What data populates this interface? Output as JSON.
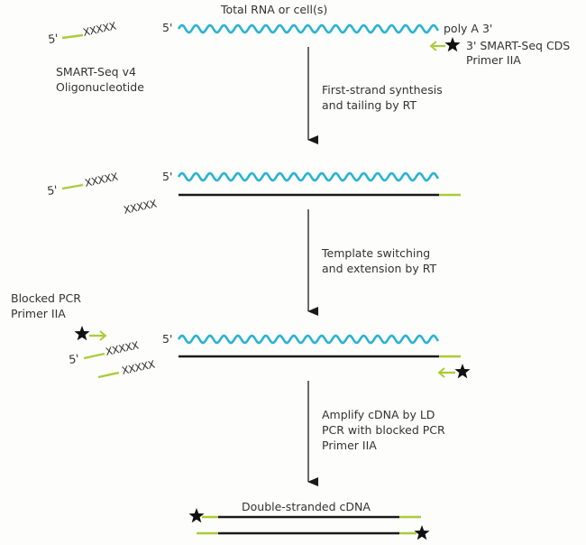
{
  "colors": {
    "rna": "#2bb3d3",
    "adapter": "#a9cc3c",
    "dna": "#1a1a1a",
    "text": "#333333",
    "background": "#fdfdfb"
  },
  "labels": {
    "total_rna": "Total RNA or cell(s)",
    "poly_a": "poly A 3'",
    "five_prime": "5'",
    "cds_primer_line1": "3' SMART-Seq CDS",
    "cds_primer_line2": "Primer IIA",
    "oligo_line1": "SMART-Seq v4",
    "oligo_line2": "Oligonucleotide",
    "xxxxx": "XXXXX",
    "blocked_line1": "Blocked PCR",
    "blocked_line2": "Primer IIA",
    "double_stranded": "Double-stranded cDNA"
  },
  "steps": [
    {
      "line1": "First-strand synthesis",
      "line2": "and tailing by RT",
      "line3": ""
    },
    {
      "line1": "Template switching",
      "line2": "and extension by RT",
      "line3": ""
    },
    {
      "line1": "Amplify cDNA by LD",
      "line2": "PCR with blocked PCR",
      "line3": "Primer IIA"
    }
  ],
  "icons": {
    "star": "blocking-group-star",
    "arrow": "primer-direction-arrow"
  }
}
